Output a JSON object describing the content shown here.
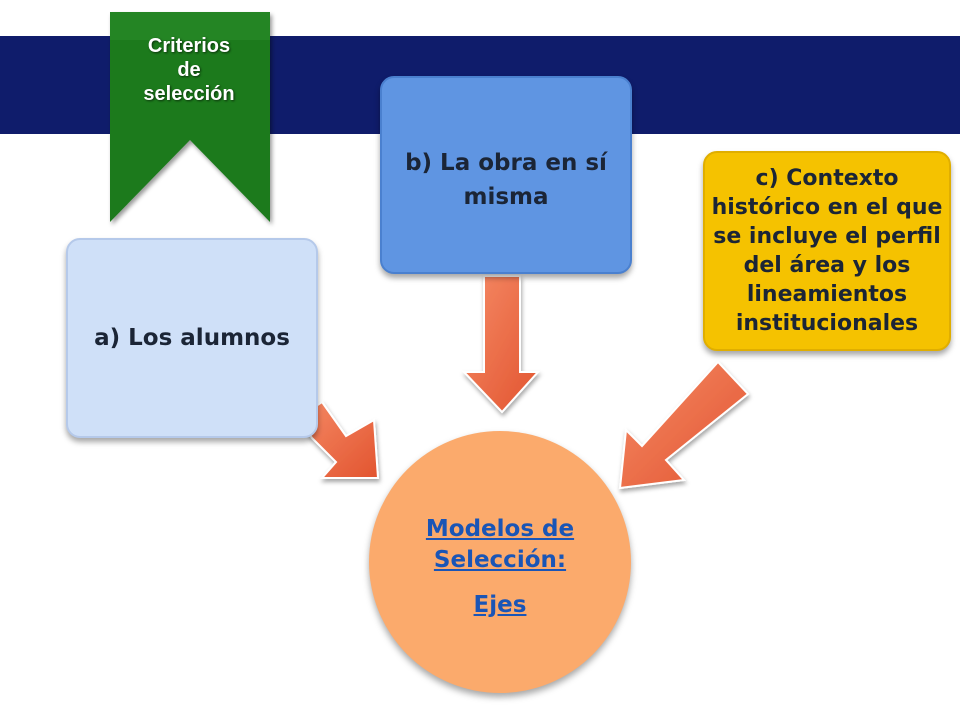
{
  "banner": {
    "label_line1": "Criterios",
    "label_line2": "de",
    "label_line3": "selección",
    "color": "#1e7a1e"
  },
  "nodes": {
    "a": {
      "label": "a) Los alumnos",
      "color": "#cfe0f8"
    },
    "b": {
      "label": "b) La obra en sí misma",
      "color": "#5f95e2"
    },
    "c": {
      "label": "c) Contexto histórico en el que se incluye el perfil del área y los lineamientos institucionales",
      "color": "#f5c200"
    }
  },
  "center": {
    "title": "Modelos de Selección:",
    "subtitle": "Ejes",
    "color": "#fbaa6c"
  },
  "colors": {
    "header_band": "#0f1c6b",
    "arrow": "#f06a45"
  }
}
